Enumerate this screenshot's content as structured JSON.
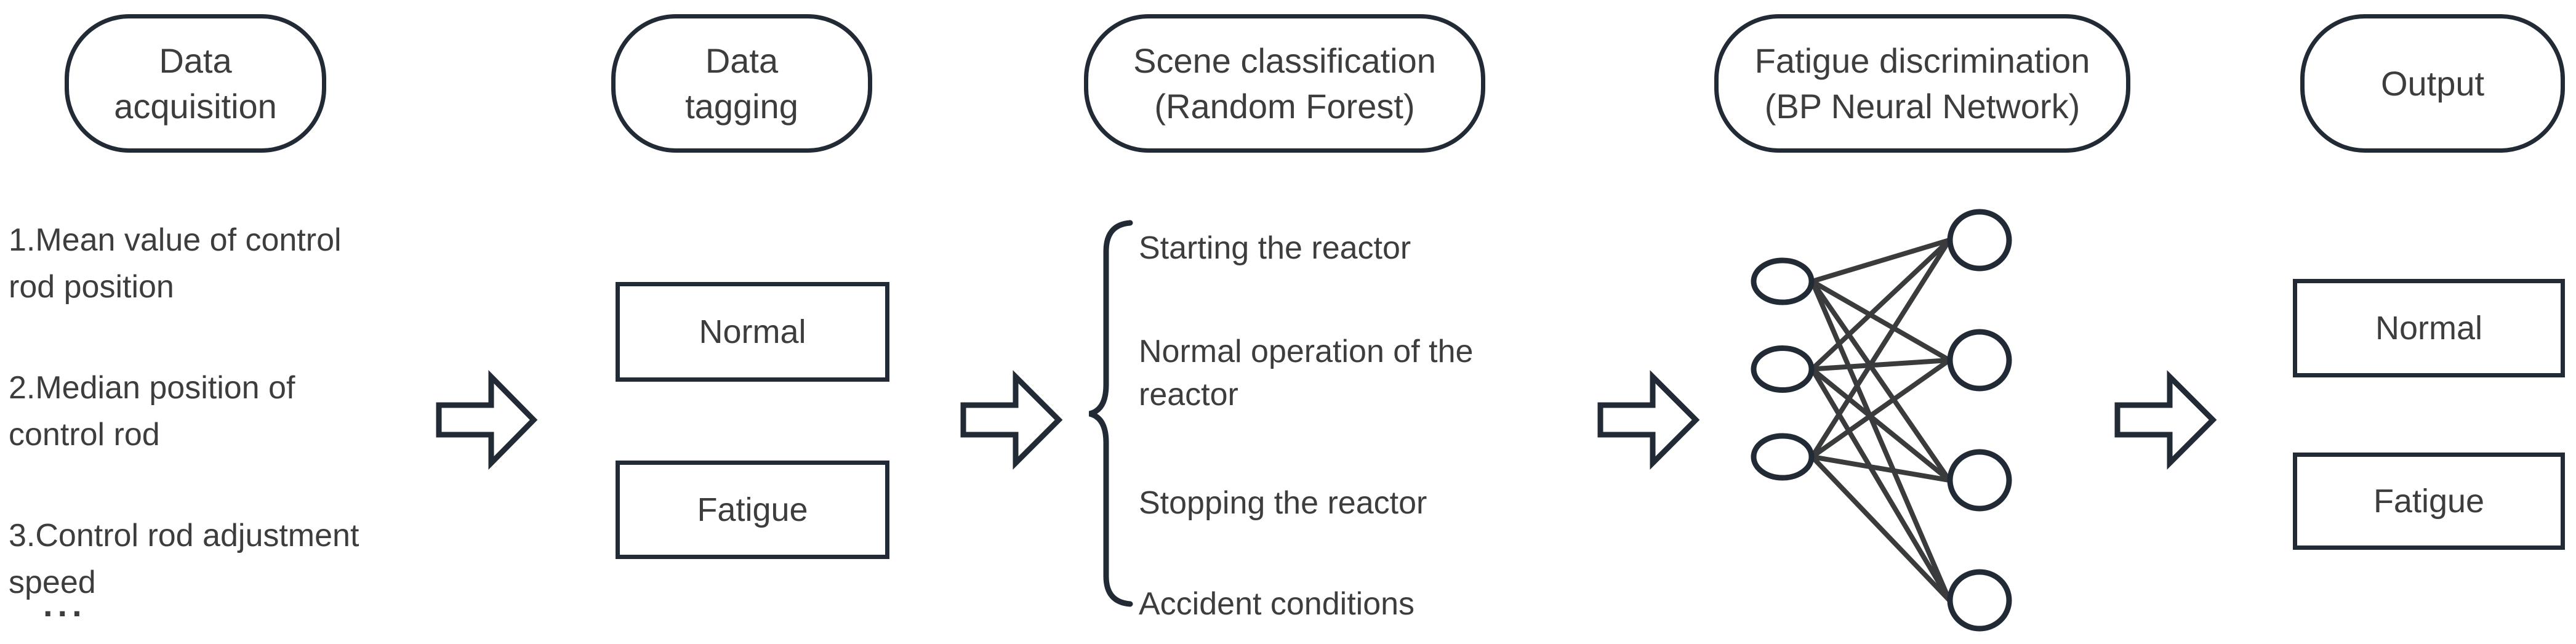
{
  "colors": {
    "stroke": "#222b35",
    "connector_line": "#3a3b3c",
    "text": "#3d3d3d",
    "background": "#ffffff"
  },
  "pipeline": {
    "stages": [
      {
        "header_lines": [
          "Data",
          "acquisition"
        ]
      },
      {
        "header_lines": [
          "Data",
          "tagging"
        ]
      },
      {
        "header_lines": [
          "Scene classification",
          "(Random Forest)"
        ]
      },
      {
        "header_lines": [
          "Fatigue discrimination",
          "(BP Neural Network)"
        ]
      },
      {
        "header_lines": [
          "Output"
        ]
      }
    ]
  },
  "acquisition_features": {
    "items": [
      {
        "lines": [
          "1.Mean value of control",
          "rod position"
        ]
      },
      {
        "lines": [
          "2.Median position of",
          "control rod"
        ]
      },
      {
        "lines": [
          "3.Control rod adjustment",
          "speed"
        ]
      }
    ],
    "ellipsis": "..."
  },
  "tagging_labels": {
    "normal": "Normal",
    "fatigue": "Fatigue"
  },
  "scene_classes": {
    "items": [
      {
        "lines": [
          "Starting the reactor"
        ]
      },
      {
        "lines": [
          "Normal operation of the",
          "reactor"
        ]
      },
      {
        "lines": [
          "Stopping the reactor"
        ]
      },
      {
        "lines": [
          "Accident conditions"
        ]
      }
    ]
  },
  "network": {
    "input_nodes": 3,
    "output_nodes": 4
  },
  "output_labels": {
    "normal": "Normal",
    "fatigue": "Fatigue"
  }
}
